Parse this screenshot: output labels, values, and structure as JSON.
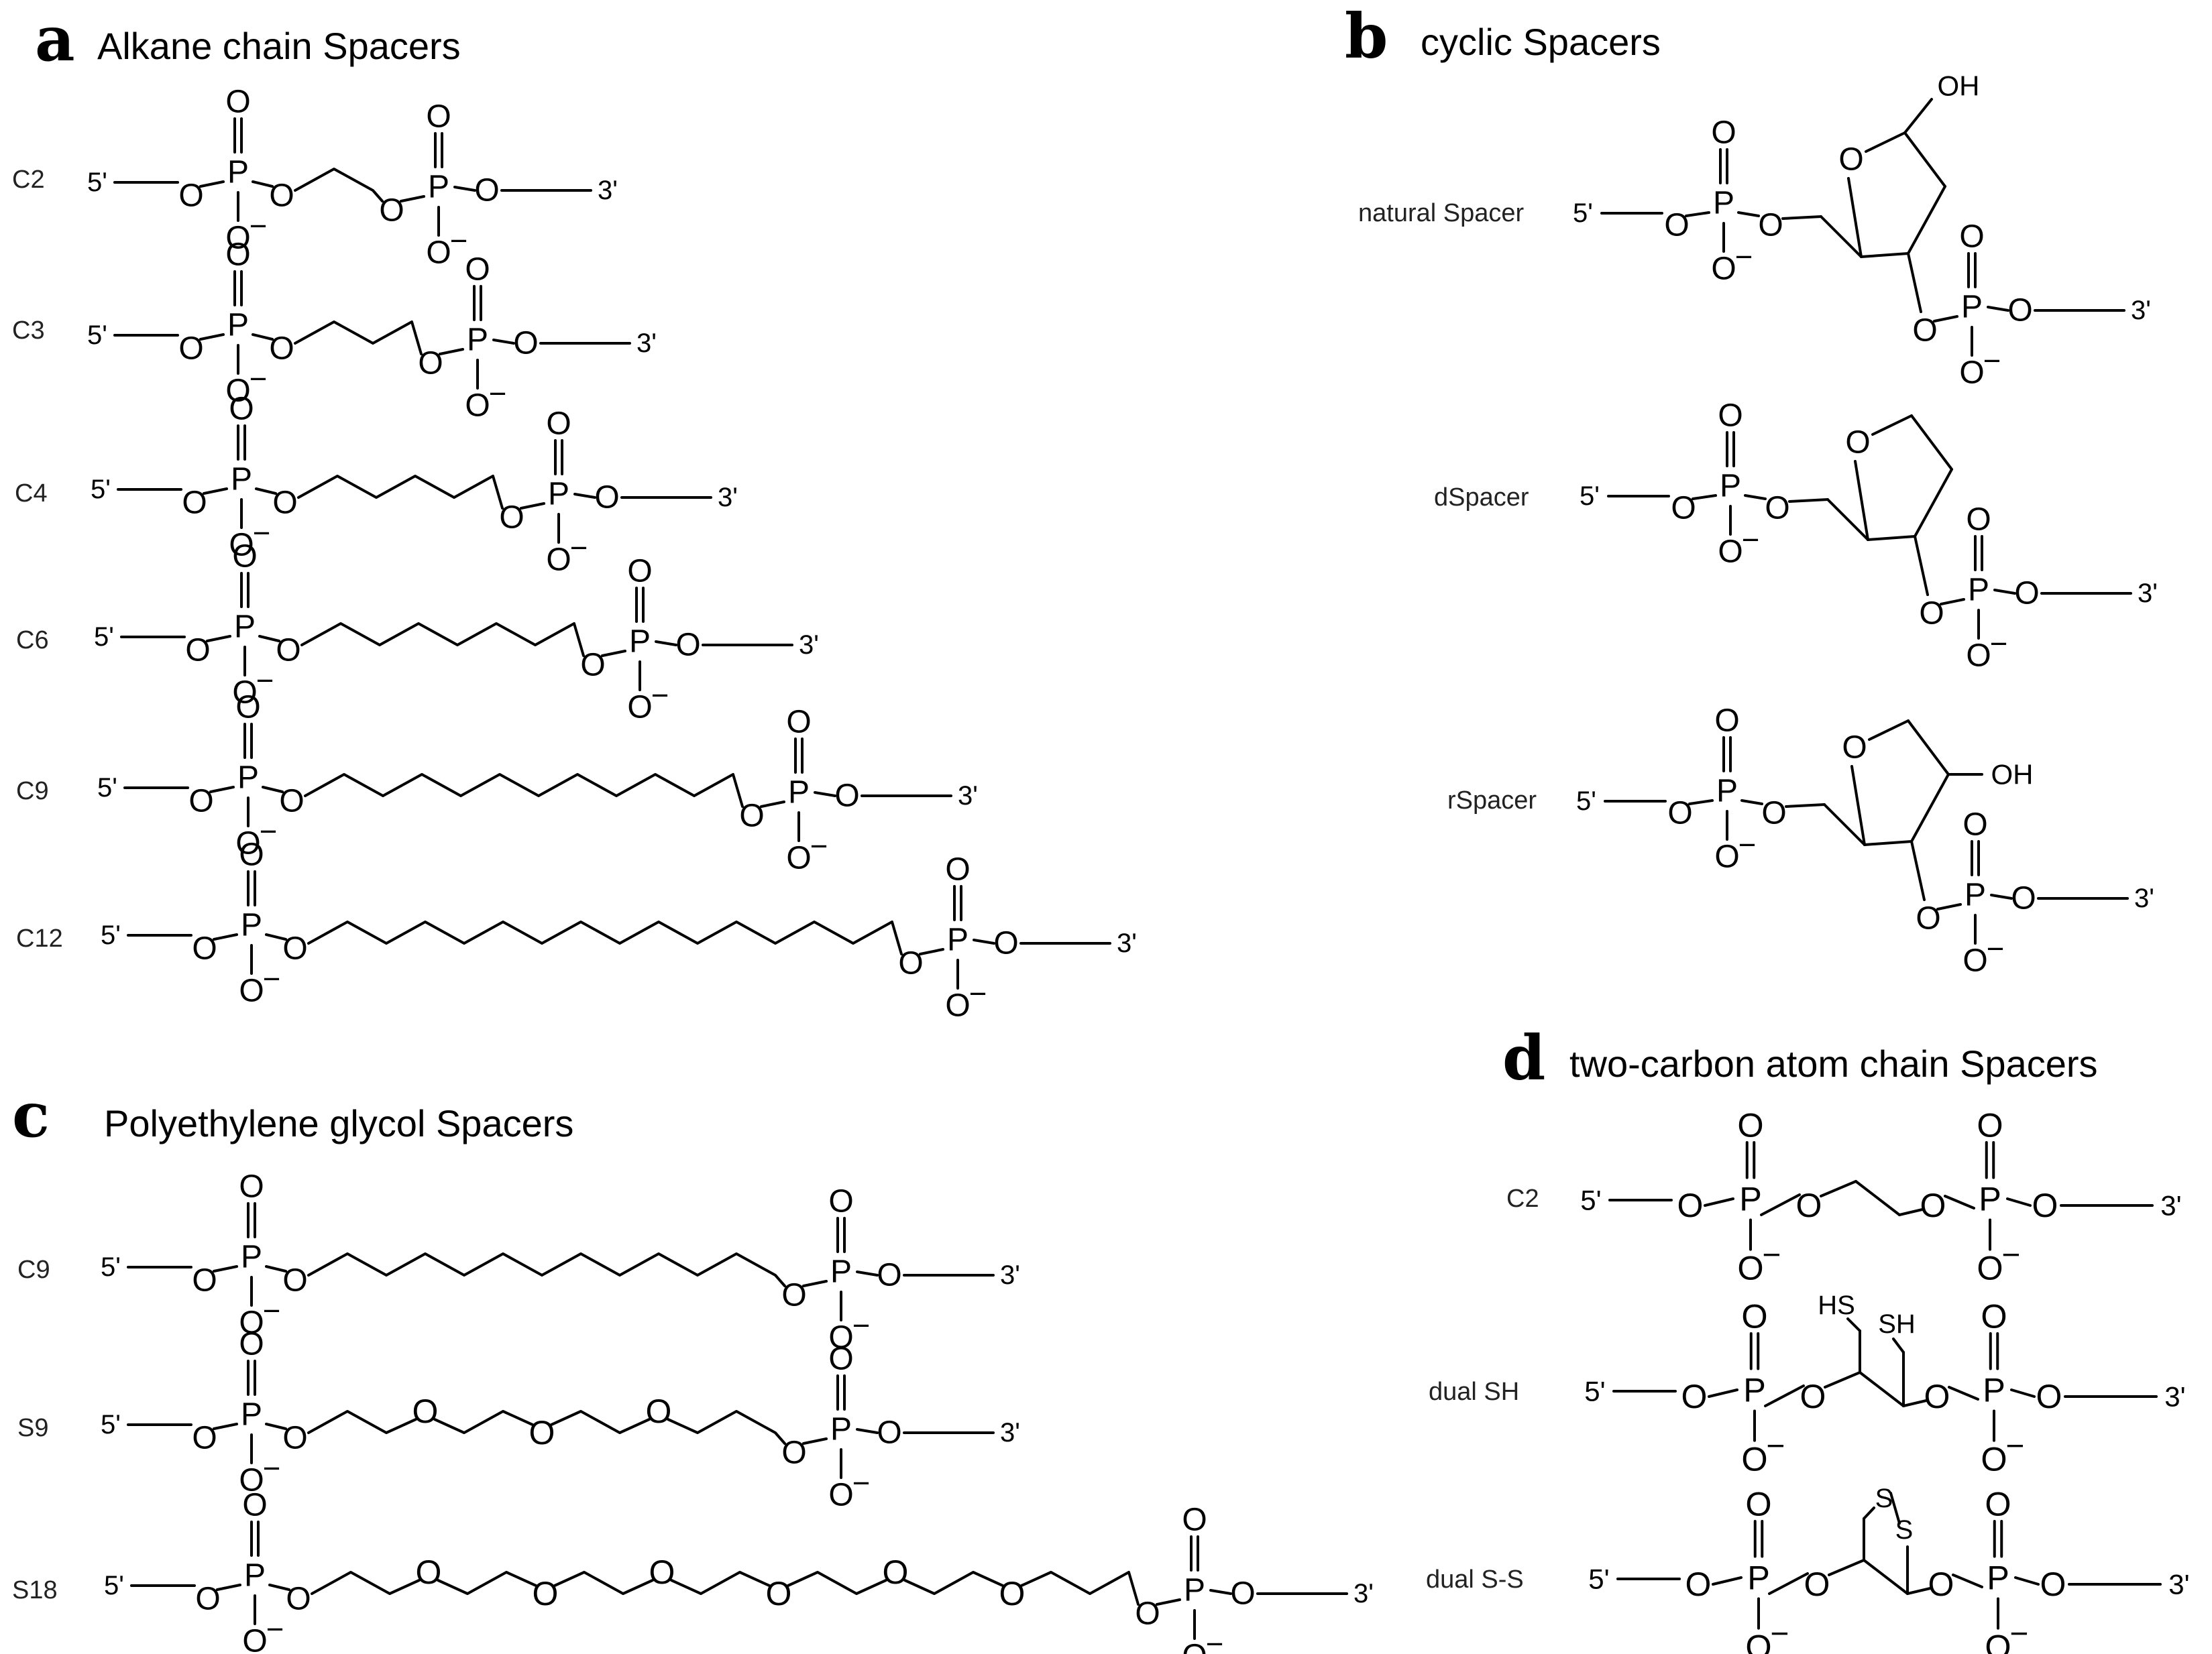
{
  "panels": {
    "a": {
      "letter": "a",
      "title": "Alkane chain Spacers",
      "rows": [
        "C2",
        "C3",
        "C4",
        "C6",
        "C9",
        "C12"
      ]
    },
    "b": {
      "letter": "b",
      "title": "cyclic Spacers",
      "rows": [
        "natural Spacer",
        "dSpacer",
        "rSpacer"
      ]
    },
    "c": {
      "letter": "c",
      "title": "Polyethylene glycol Spacers",
      "rows": [
        "C9",
        "S9",
        "S18"
      ]
    },
    "d": {
      "letter": "d",
      "title": "two-carbon atom chain Spacers",
      "rows": [
        "C2",
        "dual SH",
        "dual S-S"
      ]
    }
  },
  "atoms": {
    "five_prime": "5'",
    "three_prime": "3'",
    "oxygen": "O",
    "phosphorus": "P",
    "minus": "−",
    "hydroxyl": "OH",
    "thiol": "SH",
    "thiol_left": "HS",
    "sulfur": "S"
  },
  "colors": {
    "ink": "#000000",
    "background": "#ffffff"
  }
}
